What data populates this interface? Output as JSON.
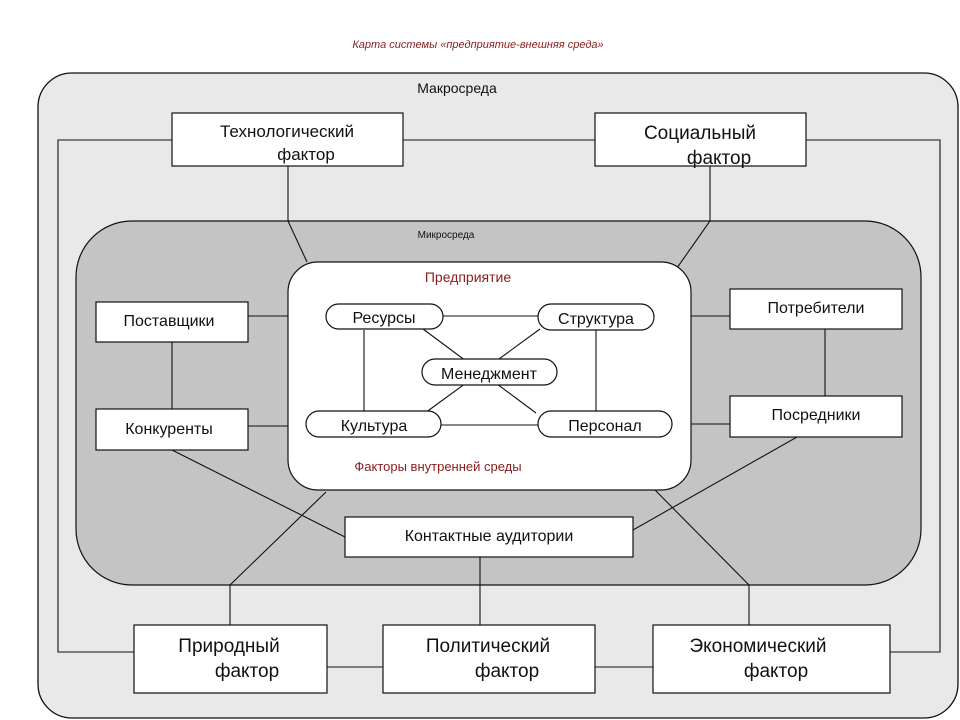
{
  "caption": "Карта системы «предприятие-внешняя среда»",
  "macro": {
    "title": "Макросреда",
    "technological": [
      "Технологический",
      "фактор"
    ],
    "social": [
      "Социальный",
      "фактор"
    ],
    "natural": [
      "Природный",
      "фактор"
    ],
    "political": [
      "Политический",
      "фактор"
    ],
    "economic": [
      "Экономический",
      "фактор"
    ]
  },
  "micro": {
    "title": "Микросреда",
    "suppliers": "Поставщики",
    "competitors": "Конкуренты",
    "consumers": "Потребители",
    "intermediaries": "Посредники",
    "contact_audiences": "Контактные аудитории"
  },
  "enterprise": {
    "title": "Предприятие",
    "footer": "Факторы внутренней среды",
    "resources": "Ресурсы",
    "structure": "Структура",
    "management": "Менеджмент",
    "culture": "Культура",
    "personnel": "Персонал"
  },
  "colors": {
    "macro_fill": "#e9e9e9",
    "micro_fill": "#c4c4c4",
    "enterprise_fill": "#ffffff",
    "accent_text": "#8b1c1c"
  }
}
